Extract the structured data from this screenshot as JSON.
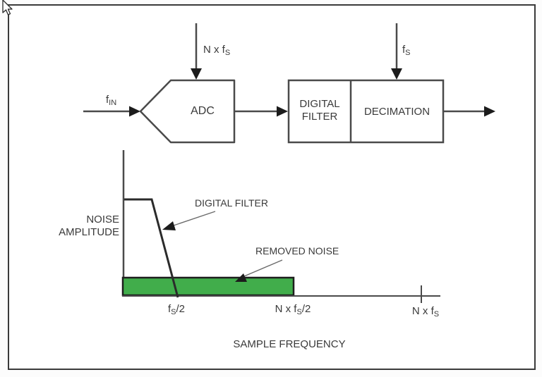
{
  "cursor": {
    "name": "mouse-pointer"
  },
  "block_diagram": {
    "input_label": {
      "base": "f",
      "sub": "IN"
    },
    "adc": {
      "label": "ADC",
      "clock_label": {
        "base": "N x f",
        "sub": "S"
      }
    },
    "digital_filter": {
      "line1": "DIGITAL",
      "line2": "FILTER"
    },
    "decimation": {
      "label": "DECIMATION",
      "clock_label": {
        "base": "f",
        "sub": "S"
      }
    }
  },
  "graph": {
    "y_axis_label": {
      "line1": "NOISE",
      "line2": "AMPLITUDE"
    },
    "x_axis_label": "SAMPLE FREQUENCY",
    "annotations": {
      "digital_filter": "DIGITAL FILTER",
      "removed_noise": "REMOVED NOISE"
    },
    "x_ticks": [
      {
        "base": "f",
        "sub": "S",
        "suffix": "/2"
      },
      {
        "base": "N x f",
        "sub": "S",
        "suffix": "/2"
      },
      {
        "base": "N x f",
        "sub": "S",
        "suffix": ""
      }
    ],
    "colors": {
      "removed_noise_fill": "#41ad4b",
      "line": "#4a4a4a",
      "border": "#3a3a3a"
    }
  }
}
